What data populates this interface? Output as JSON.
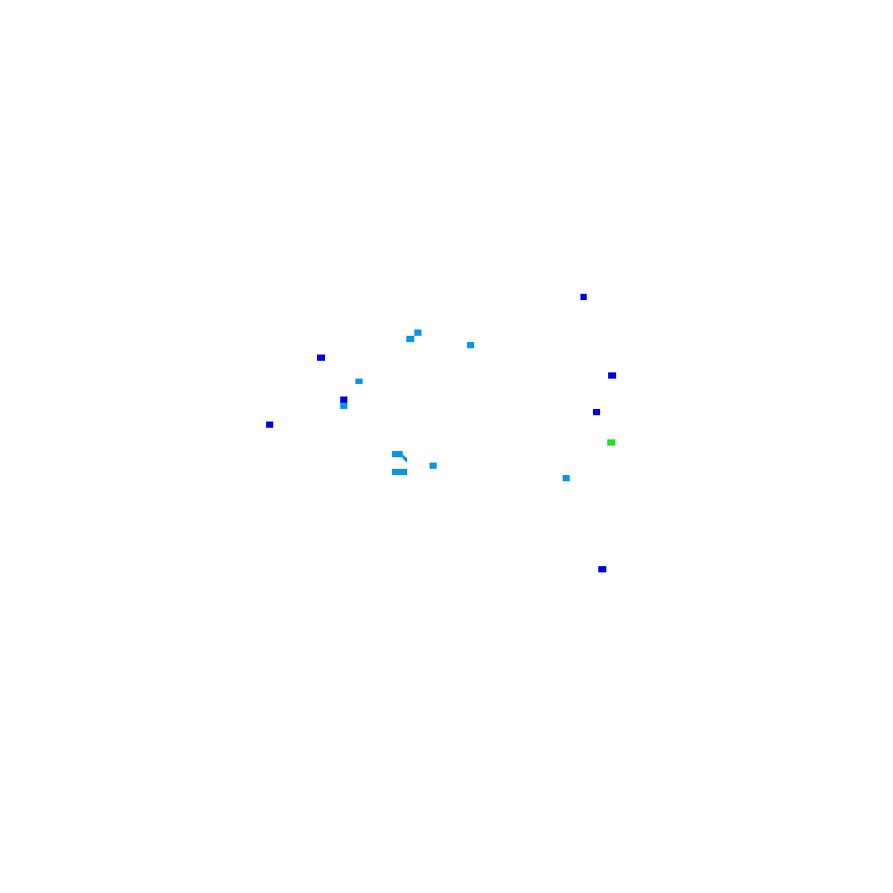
{
  "background_color": "#ffffff",
  "colors": {
    "dark_blue": "#0000e6",
    "light_blue": "#0a96e6",
    "green": "#1ee61e"
  },
  "marks": [
    {
      "name": "dark-blue-marker-1",
      "color": "dark_blue"
    },
    {
      "name": "light-blue-marker-1",
      "color": "light_blue"
    },
    {
      "name": "light-blue-marker-2",
      "color": "light_blue"
    },
    {
      "name": "light-blue-marker-3",
      "color": "light_blue"
    },
    {
      "name": "dark-blue-marker-2",
      "color": "dark_blue"
    },
    {
      "name": "light-blue-marker-4",
      "color": "light_blue"
    },
    {
      "name": "dark-blue-marker-3",
      "color": "dark_blue"
    },
    {
      "name": "dark-blue-marker-4",
      "color": "dark_blue"
    },
    {
      "name": "light-blue-marker-5",
      "color": "light_blue"
    },
    {
      "name": "dark-blue-marker-5",
      "color": "dark_blue"
    },
    {
      "name": "dark-blue-marker-6",
      "color": "dark_blue"
    },
    {
      "name": "green-marker-1",
      "color": "green"
    },
    {
      "name": "light-blue-marker-6",
      "color": "light_blue"
    },
    {
      "name": "light-blue-marker-7",
      "color": "light_blue"
    },
    {
      "name": "light-blue-marker-8",
      "color": "light_blue"
    },
    {
      "name": "light-blue-marker-9",
      "color": "light_blue"
    },
    {
      "name": "dark-blue-marker-7",
      "color": "dark_blue"
    }
  ]
}
